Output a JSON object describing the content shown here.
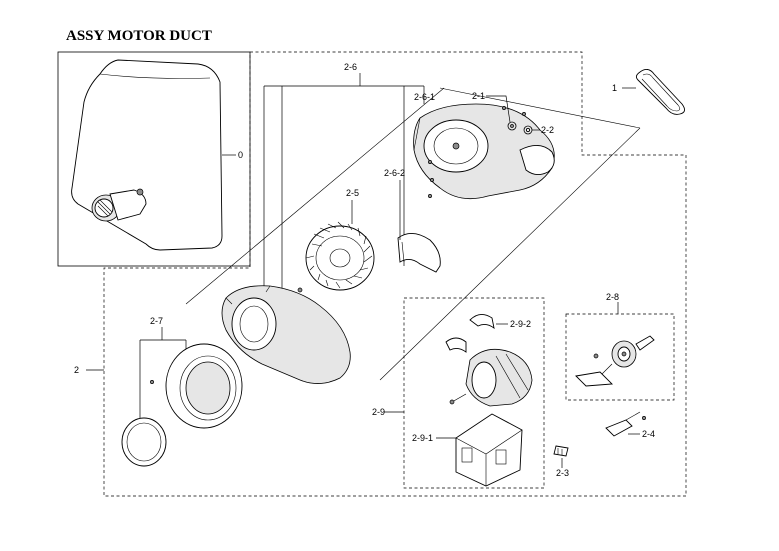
{
  "title": "ASSY MOTOR DUCT",
  "labels": {
    "p0": "0",
    "p1": "1",
    "p2": "2",
    "p2_1": "2-1",
    "p2_2": "2-2",
    "p2_3": "2-3",
    "p2_4": "2-4",
    "p2_5": "2-5",
    "p2_6": "2-6",
    "p2_6_1": "2-6-1",
    "p2_6_2": "2-6-2",
    "p2_7": "2-7",
    "p2_8": "2-8",
    "p2_9": "2-9",
    "p2_9_1": "2-9-1",
    "p2_9_2": "2-9-2"
  }
}
